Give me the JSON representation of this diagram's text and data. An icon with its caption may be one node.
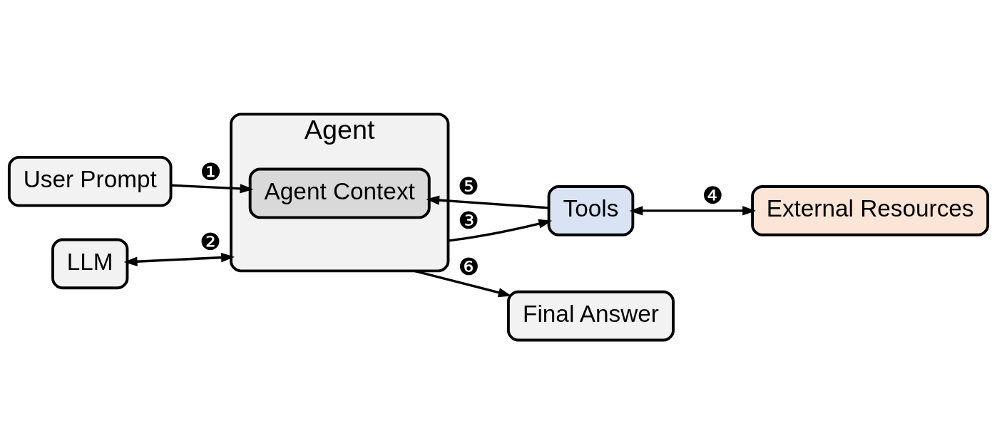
{
  "diagram": {
    "nodes": [
      {
        "text": [
          "User Prompt"
        ]
      },
      {
        "text": [
          "Final Answer"
        ]
      },
      {
        "text": [
          "Agent"
        ]
      },
      {
        "text": [
          "Agent Context"
        ],
        "in": 2
      },
      {
        "text": [
          "LLM"
        ]
      },
      {
        "text": [
          "Tools"
        ]
      },
      {
        "text": [
          "External Resources"
        ]
      }
    ],
    "edges": [
      {
        "from": 0,
        "to": 3,
        "arrow": "to",
        "label": "❶"
      },
      {
        "from": 4,
        "to": 2,
        "arrow": "both",
        "label": "❷"
      },
      {
        "from": 2,
        "to": 5,
        "arrow": "to",
        "label": "❸"
      },
      {
        "from": 5,
        "to": 6,
        "arrow": "both",
        "label": "❹"
      },
      {
        "from": 5,
        "to": 3,
        "arrow": "to",
        "label": "❺"
      },
      {
        "from": 2,
        "to": 1,
        "arrow": "to",
        "label": "❻"
      }
    ]
  }
}
